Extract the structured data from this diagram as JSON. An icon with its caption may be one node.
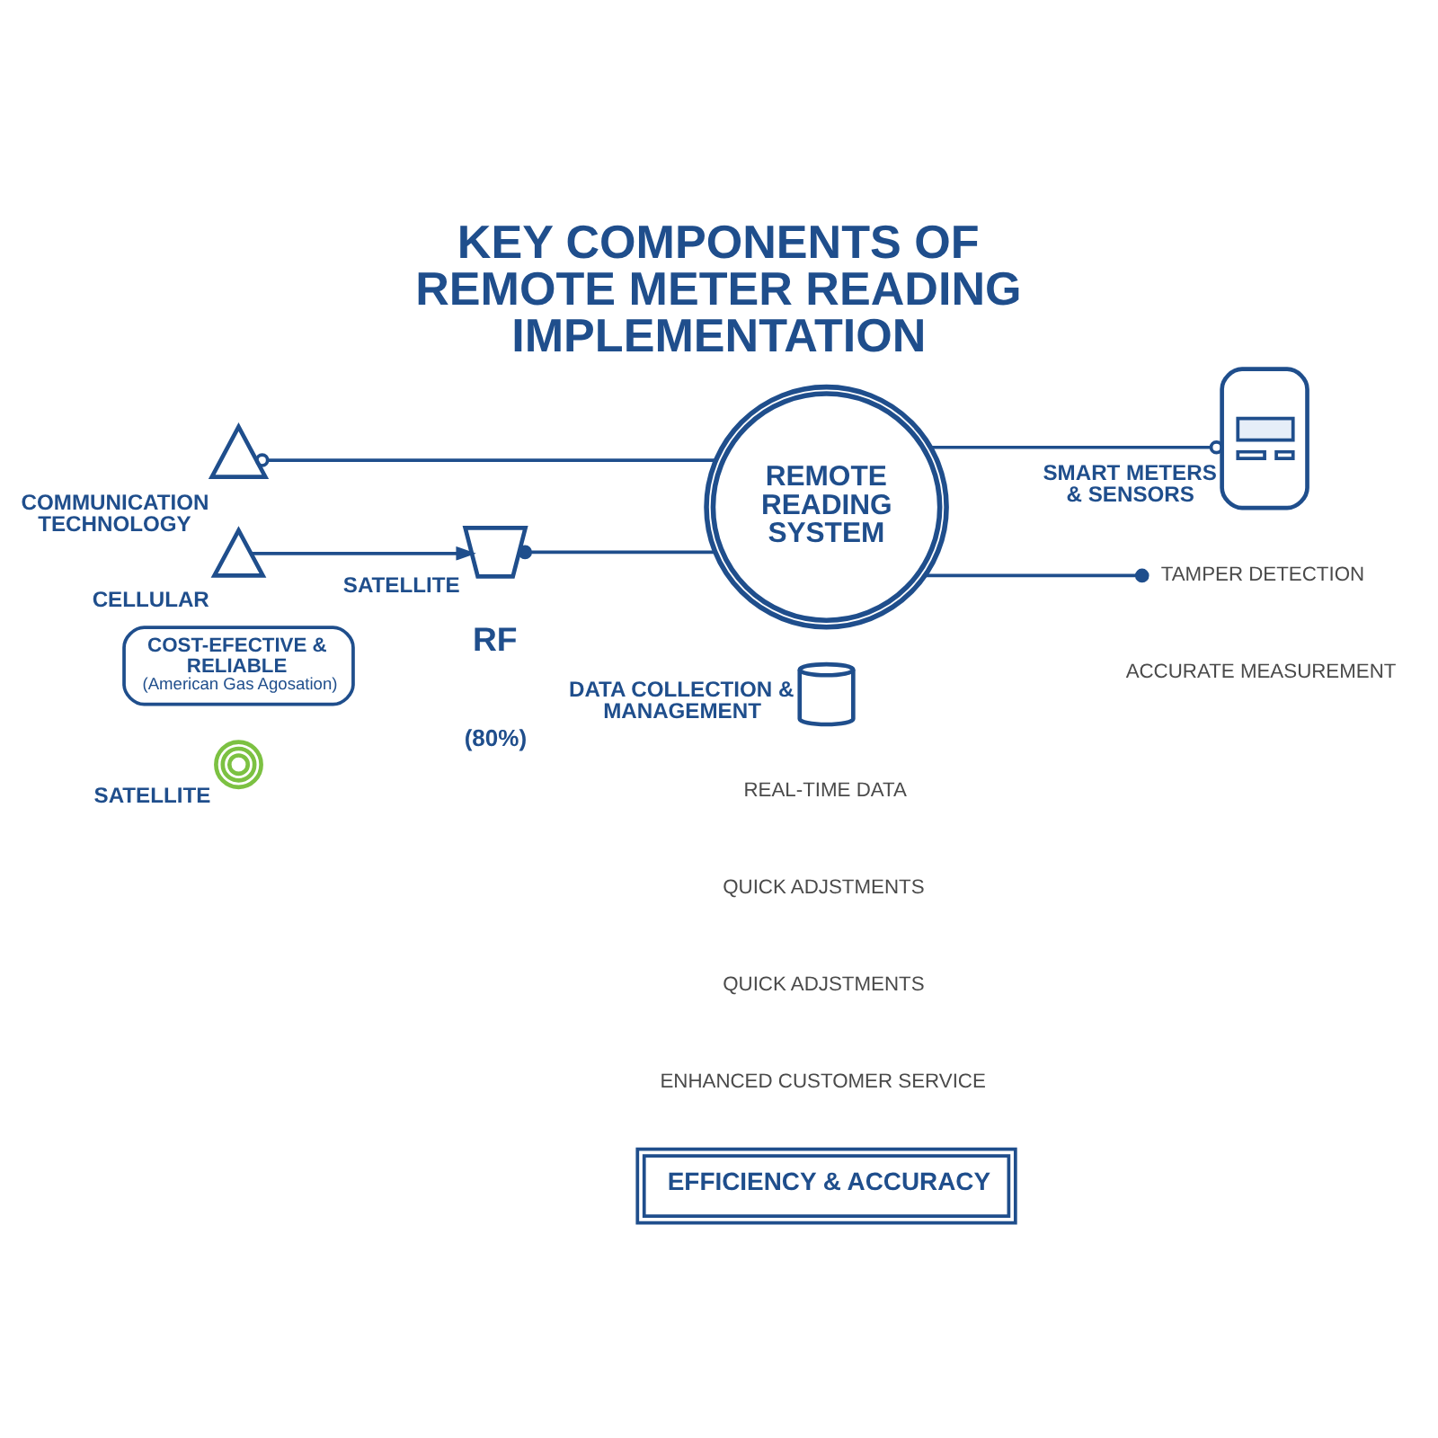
{
  "diagram": {
    "title": "KEY COMPONENTS OF REMOTE METER READING IMPLEMENTATION",
    "nodes": [
      {
        "text": [
          "REMOTE READING SYSTEM"
        ]
      },
      {
        "text": [],
        "shape": "picture",
        "beside": [
          "COMMUNICATION TECHNOLOGY"
        ]
      },
      {
        "text": [],
        "shape": "picture",
        "beside": [
          "SMART METERS & SENSORS"
        ]
      },
      {
        "text": [],
        "shape": "picture",
        "beside": [
          "DATA COLLECTION & MANAGEMENT"
        ]
      },
      {
        "text": [
          "COST-EFECTIVE & RELIABLE",
          "(American Gas Agosation)"
        ]
      },
      {
        "text": [],
        "shape": "picture",
        "beside": [
          "CELLULAR"
        ]
      },
      {
        "text": [],
        "shape": "picture",
        "beside": [
          "SATELLITE"
        ]
      },
      {
        "text": [],
        "shape": "picture",
        "beside": [
          "SATELLITE"
        ]
      },
      {
        "text": [
          "TAMPER DETECTION"
        ]
      },
      {
        "text": [
          "EFFICIENCY & ACCURACY"
        ]
      }
    ],
    "edges": [
      {
        "from": 1,
        "to": 0,
        "arrow": "other"
      },
      {
        "from": 0,
        "to": 2,
        "arrow": "other"
      },
      {
        "from": 7,
        "to": 0,
        "arrow": "other"
      },
      {
        "from": 0,
        "to": 8,
        "arrow": "other"
      },
      {
        "from": 5,
        "to": 7,
        "arrow": "to"
      }
    ],
    "labels": [
      "RF",
      "(80%)",
      "REAL-TIME DATA",
      "QUICK ADJSTMENTS",
      "QUICK ADJSTMENTS",
      "ENHANCED CUSTOMER SERVICE",
      "ACCURATE MEASUREMENT"
    ]
  }
}
